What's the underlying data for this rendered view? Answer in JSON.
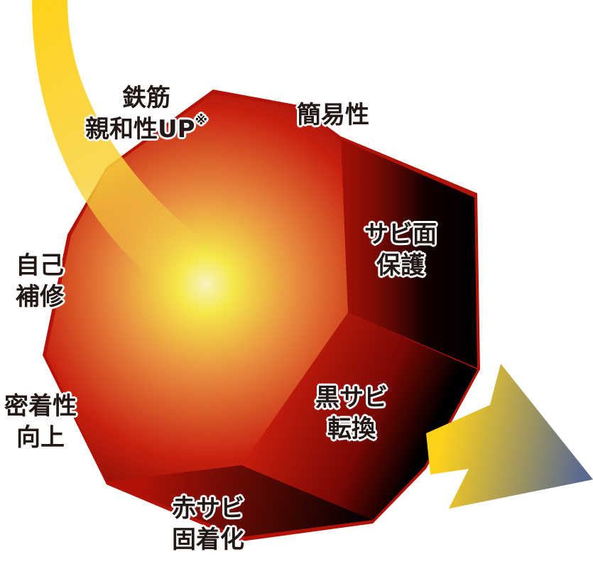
{
  "labels": {
    "rebar": {
      "line1": "鉄筋",
      "line2": "親和性UP",
      "mark": "※"
    },
    "simplicity": {
      "line1": "簡易性"
    },
    "rust_surface": {
      "line1": "サビ面",
      "line2": "保護"
    },
    "self_repair": {
      "line1": "自己",
      "line2": "補修"
    },
    "adhesion": {
      "line1": "密着性",
      "line2": "向上"
    },
    "black_rust": {
      "line1": "黒サビ",
      "line2": "転換"
    },
    "red_rust": {
      "line1": "赤サビ",
      "line2": "固着化"
    }
  },
  "colors": {
    "core": "#f7f08a",
    "shell": "#c8180c",
    "dark": "#000000",
    "arrow_start": "#ffd21a",
    "arrow_end": "#5a6a90"
  }
}
